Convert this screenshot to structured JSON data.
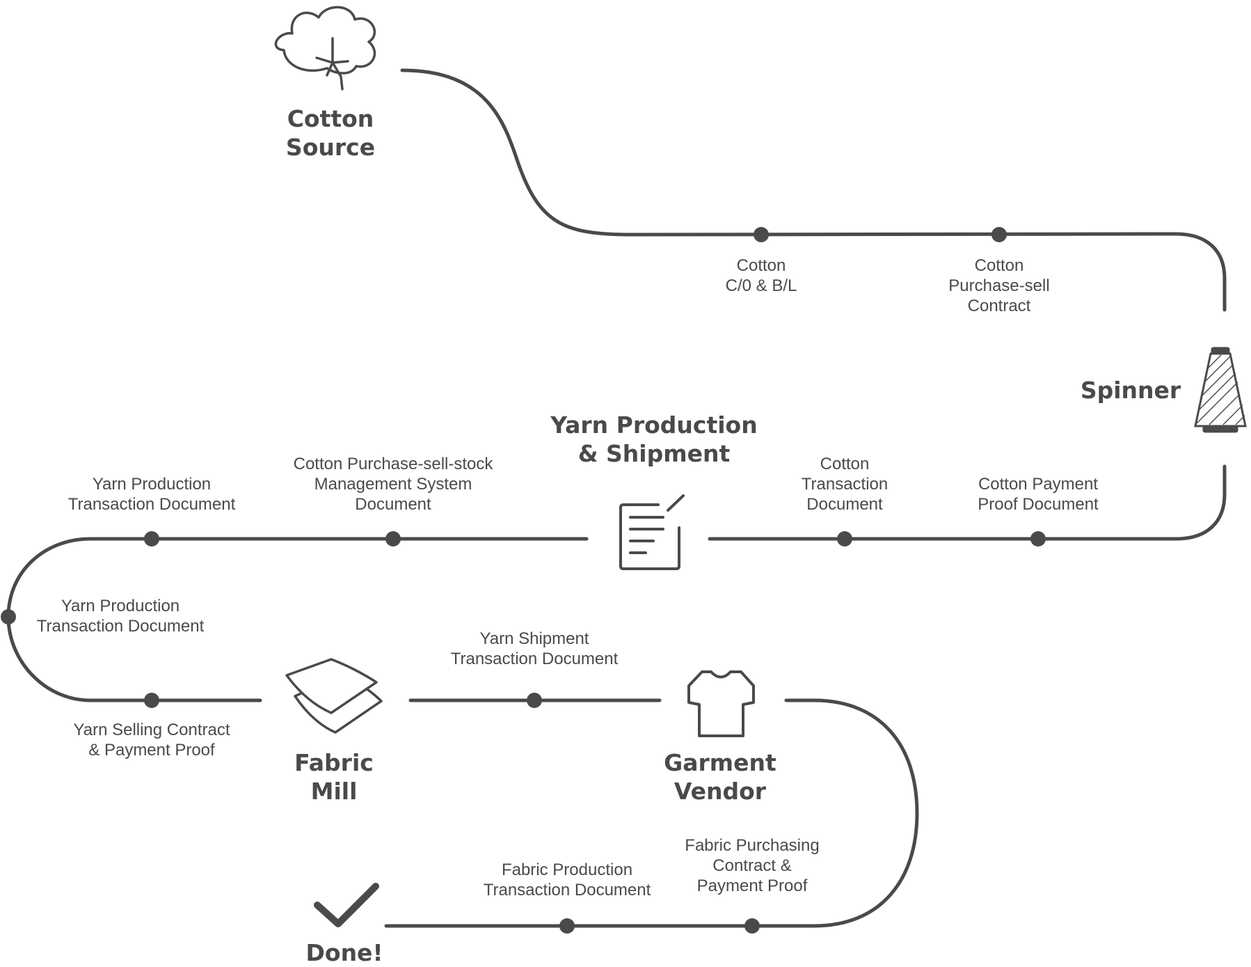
{
  "colors": {
    "line": "#4a4a4c",
    "text": "#4a4a4c",
    "background": "#ffffff"
  },
  "stages": {
    "cotton_source": {
      "label": "Cotton Source",
      "icon": "cotton-boll-icon"
    },
    "spinner": {
      "label": "Spinner",
      "icon": "yarn-spool-icon"
    },
    "yarn_production": {
      "label": "Yarn Production\n& Shipment",
      "icon": "document-edit-icon"
    },
    "fabric_mill": {
      "label": "Fabric\nMill",
      "icon": "fabric-layers-icon"
    },
    "garment_vendor": {
      "label": "Garment\nVendor",
      "icon": "tshirt-icon"
    },
    "done": {
      "label": "Done!",
      "icon": "checkmark-icon"
    }
  },
  "documents": [
    {
      "id": "cotton_co_bl",
      "label": "Cotton\nC/0 & B/L"
    },
    {
      "id": "cotton_contract",
      "label": "Cotton\nPurchase-sell\nContract"
    },
    {
      "id": "cotton_payment_proof",
      "label": "Cotton Payment\nProof Document"
    },
    {
      "id": "cotton_transaction",
      "label": "Cotton\nTransaction\nDocument"
    },
    {
      "id": "cotton_stock_mgmt",
      "label": "Cotton Purchase-sell-stock\nManagement System\nDocument"
    },
    {
      "id": "yarn_production_tx_1",
      "label": "Yarn Production\nTransaction Document"
    },
    {
      "id": "yarn_production_tx_2",
      "label": "Yarn Production\nTransaction Document"
    },
    {
      "id": "yarn_selling_contract",
      "label": "Yarn Selling Contract\n& Payment Proof"
    },
    {
      "id": "yarn_shipment_tx",
      "label": "Yarn Shipment\nTransaction Document"
    },
    {
      "id": "fabric_purchasing_contract",
      "label": "Fabric Purchasing\nContract &\nPayment Proof"
    },
    {
      "id": "fabric_production_tx",
      "label": "Fabric Production\nTransaction Document"
    }
  ]
}
